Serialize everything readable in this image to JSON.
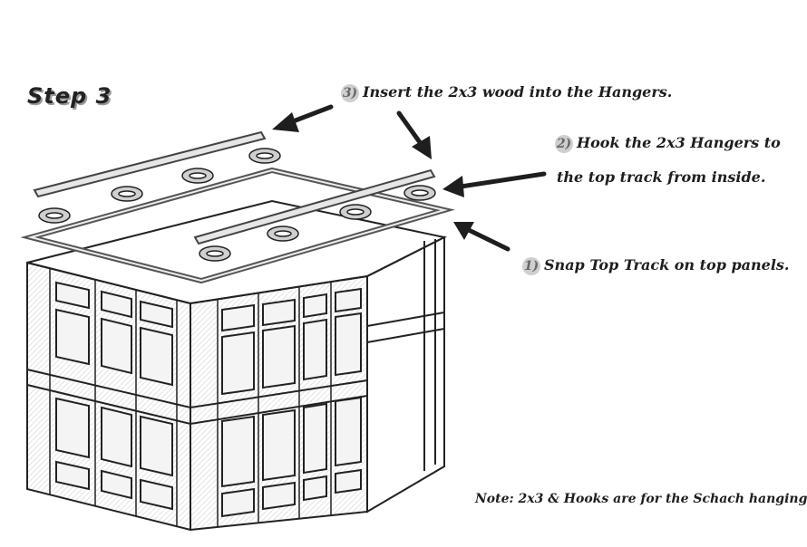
{
  "step": {
    "title": "Step 3"
  },
  "callouts": [
    {
      "number": "3)",
      "text": "Insert the 2x3 wood into the Hangers."
    },
    {
      "number": "2)",
      "text_line1": "Hook the 2x3 Hangers to",
      "text_line2": "the top track from inside."
    },
    {
      "number": "1)",
      "text": "Snap Top Track on top panels."
    }
  ],
  "note": "Note: 2x3 & Hooks are for the Schach hanging",
  "colors": {
    "ink": "#1e1e1e",
    "accent_shadow": "#9a9a9a",
    "hanger_fill": "#cfcfcf"
  }
}
